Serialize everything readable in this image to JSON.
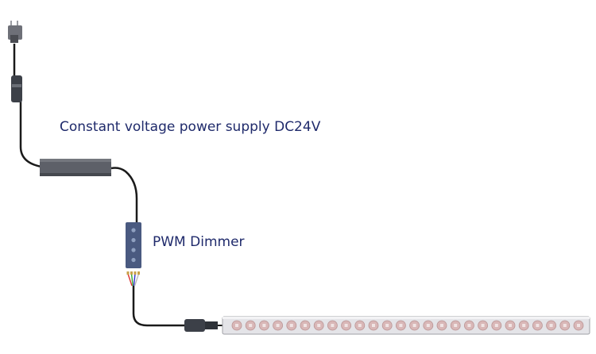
{
  "labels": {
    "power_supply": "Constant voltage power supply DC24V",
    "dimmer": "PWM Dimmer"
  },
  "colors": {
    "label": "#1f2a6b",
    "cable": "#1a1a1a",
    "psu_body": "#5d6068",
    "dimmer_body": "#4a5a80",
    "led_housing": "#e4e4e8",
    "led_dot": "#d9b7b7",
    "wires": [
      "#d33",
      "#3a3",
      "#33c",
      "#f5f5f5"
    ]
  },
  "led_strip": {
    "led_count": 26
  },
  "dimmer": {
    "button_count": 4
  }
}
